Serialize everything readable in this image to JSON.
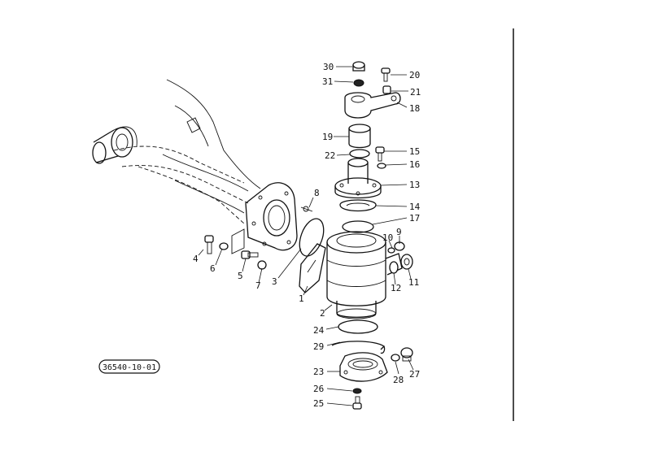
{
  "drawing": {
    "reference": "36540-10-01"
  },
  "callouts": [
    {
      "id": "c30",
      "text": "30"
    },
    {
      "id": "c31",
      "text": "31"
    },
    {
      "id": "c20",
      "text": "20"
    },
    {
      "id": "c21",
      "text": "21"
    },
    {
      "id": "c18",
      "text": "18"
    },
    {
      "id": "c19",
      "text": "19"
    },
    {
      "id": "c22",
      "text": "22"
    },
    {
      "id": "c15",
      "text": "15"
    },
    {
      "id": "c16",
      "text": "16"
    },
    {
      "id": "c13",
      "text": "13"
    },
    {
      "id": "c14",
      "text": "14"
    },
    {
      "id": "c17",
      "text": "17"
    },
    {
      "id": "c8",
      "text": "8"
    },
    {
      "id": "c9",
      "text": "9"
    },
    {
      "id": "c10",
      "text": "10"
    },
    {
      "id": "c4",
      "text": "4"
    },
    {
      "id": "c6",
      "text": "6"
    },
    {
      "id": "c5",
      "text": "5"
    },
    {
      "id": "c7",
      "text": "7"
    },
    {
      "id": "c3",
      "text": "3"
    },
    {
      "id": "c12",
      "text": "12"
    },
    {
      "id": "c11",
      "text": "11"
    },
    {
      "id": "c1",
      "text": "1"
    },
    {
      "id": "c2",
      "text": "2"
    },
    {
      "id": "c24",
      "text": "24"
    },
    {
      "id": "c29",
      "text": "29"
    },
    {
      "id": "c23",
      "text": "23"
    },
    {
      "id": "c28",
      "text": "28"
    },
    {
      "id": "c27",
      "text": "27"
    },
    {
      "id": "c26",
      "text": "26"
    },
    {
      "id": "c25",
      "text": "25"
    }
  ]
}
